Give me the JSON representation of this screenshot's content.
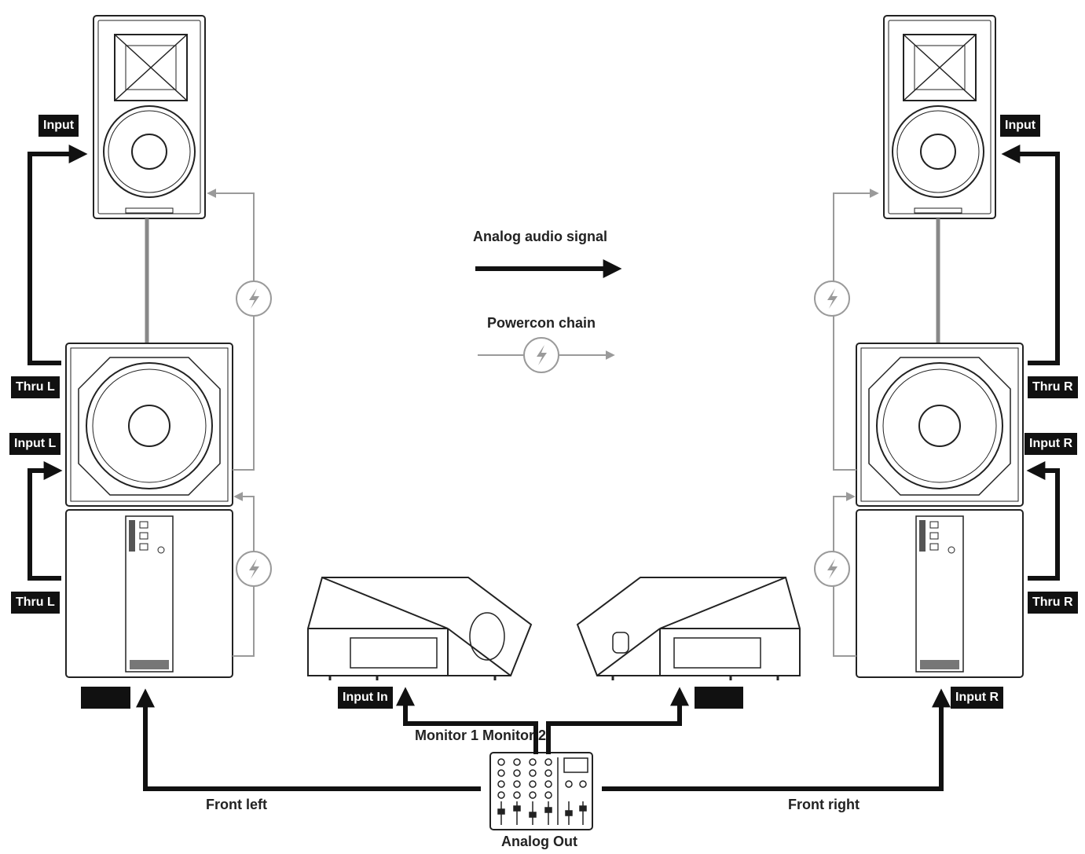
{
  "legend": {
    "analog_signal": "Analog audio signal",
    "powercon_chain": "Powercon chain"
  },
  "labels": {
    "top_left_input": "Input",
    "top_right_input": "Input",
    "left_thru_upper": "Thru L",
    "left_input_mid": "Input L",
    "left_thru_lower": "Thru L",
    "right_thru_upper": "Thru R",
    "right_input_mid": "Input R",
    "right_thru_lower": "Thru R",
    "left_sub_input": "",
    "monitor1_input": "Input In",
    "monitor2_input": "",
    "right_sub_input": "Input R"
  },
  "texts": {
    "monitors": "Monitor 1 Monitor 2",
    "front_left": "Front left",
    "front_right": "Front right",
    "analog_out": "Analog Out"
  },
  "colors": {
    "signal": "#111111",
    "powercon": "#9a9a9a",
    "outline": "#222222"
  }
}
